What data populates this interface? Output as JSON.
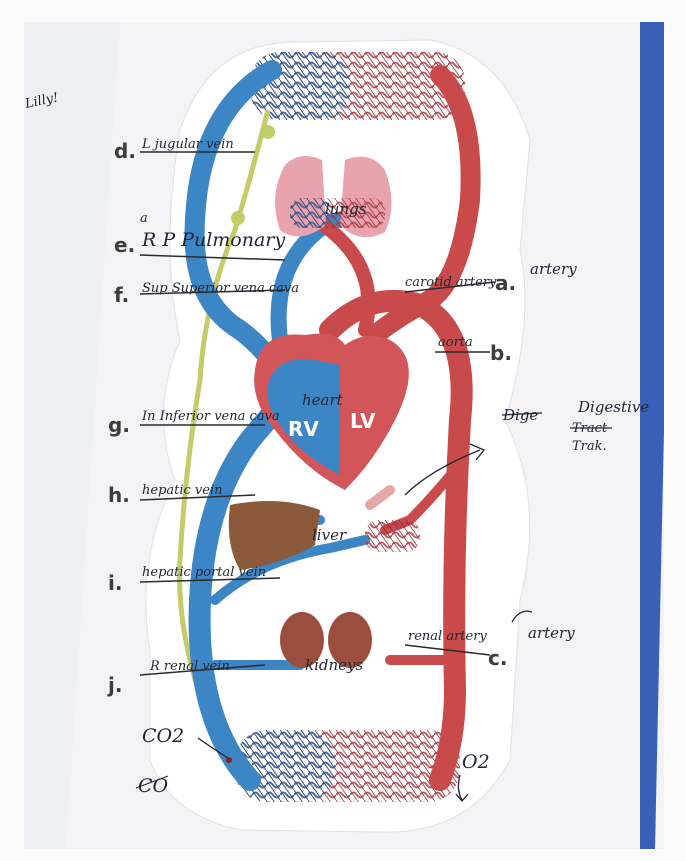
{
  "margin_note": "Lilly!",
  "labels": {
    "d": {
      "letter": "d.",
      "text": "L jugular vein"
    },
    "e": {
      "letter": "e.",
      "prefix": "a",
      "text": "R P Pulmonary"
    },
    "f": {
      "letter": "f.",
      "text": "Sup Superior vena cava"
    },
    "g": {
      "letter": "g.",
      "text": "In Inferior vena cava"
    },
    "h": {
      "letter": "h.",
      "text": "hepatic vein"
    },
    "i": {
      "letter": "i.",
      "text": "hepatic portal vein"
    },
    "j": {
      "letter": "j.",
      "text": "R renal vein"
    },
    "a": {
      "letter": "a.",
      "text": "carotid artery",
      "note": "artery"
    },
    "b": {
      "letter": "b.",
      "text": "aorta"
    },
    "c": {
      "letter": "c.",
      "text": "renal artery",
      "note": "artery"
    }
  },
  "organs": {
    "lungs": "lungs",
    "heart": "heart",
    "rv": "RV",
    "lv": "LV",
    "liver": "liver",
    "kidneys": "kidneys"
  },
  "annotations": {
    "digestive": "Digestive",
    "digestive_struck": "Dige",
    "tract": "Trak.",
    "tract_struck": "Tract",
    "co2": "CO2",
    "co": "CO",
    "o2": "O2"
  },
  "colors": {
    "oxygenated": "#c94a4b",
    "deoxygenated": "#3d86c6",
    "lymph": "#c4cc6a",
    "lungs": "#e8a3ad",
    "heart_red": "#d2555a",
    "liver": "#8a5a3a",
    "kidney": "#9b4e3e",
    "paper_edge": "#2f55b4"
  }
}
